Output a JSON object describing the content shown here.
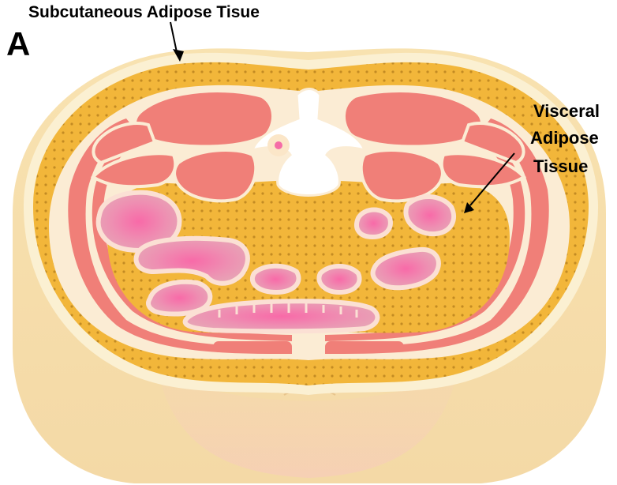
{
  "figure": {
    "panel_letter": "A",
    "labels": {
      "subcutaneous": "Subcutaneous Adipose Tisue",
      "visceral_line1": "Visceral",
      "visceral_line2": "Adipose",
      "visceral_line3": "Tissue"
    }
  },
  "colors": {
    "skin": "#f6deaa",
    "skin_shadow": "#efcf92",
    "rim": "#fbf0d2",
    "fat": "#f2b63a",
    "fat_dots": "#b07a1a",
    "fascia": "#fbecd4",
    "muscle": "#f07f78",
    "bone": "#ffffff",
    "organ": "#e9a0b4",
    "organ_core": "#f56ca7",
    "organ_rim": "#fbe0d4"
  }
}
